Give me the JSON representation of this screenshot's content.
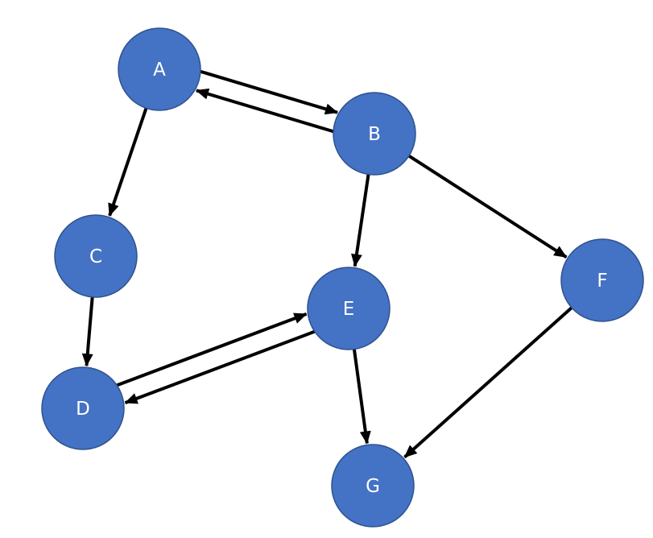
{
  "diagram": {
    "type": "directed-graph",
    "colors": {
      "node_fill": "#4472C4",
      "node_border": "#2F528F",
      "label": "#FFFFFF",
      "edge": "#000000",
      "background": "#FFFFFF"
    },
    "nodes": [
      {
        "id": "A",
        "label": "A"
      },
      {
        "id": "B",
        "label": "B"
      },
      {
        "id": "C",
        "label": "C"
      },
      {
        "id": "D",
        "label": "D"
      },
      {
        "id": "E",
        "label": "E"
      },
      {
        "id": "F",
        "label": "F"
      },
      {
        "id": "G",
        "label": "G"
      }
    ],
    "edges": [
      {
        "from": "A",
        "to": "B"
      },
      {
        "from": "B",
        "to": "A"
      },
      {
        "from": "A",
        "to": "C"
      },
      {
        "from": "B",
        "to": "E"
      },
      {
        "from": "B",
        "to": "F"
      },
      {
        "from": "C",
        "to": "D"
      },
      {
        "from": "D",
        "to": "E"
      },
      {
        "from": "E",
        "to": "D"
      },
      {
        "from": "E",
        "to": "G"
      },
      {
        "from": "F",
        "to": "G"
      }
    ]
  }
}
